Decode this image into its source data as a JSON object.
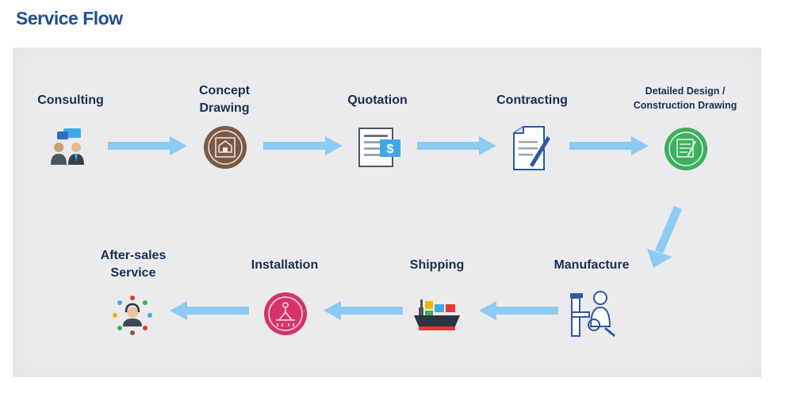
{
  "title": "Service Flow",
  "steps": [
    {
      "label_lines": [
        "Consulting"
      ],
      "icon": "consulting-icon"
    },
    {
      "label_lines": [
        "Concept",
        "Drawing"
      ],
      "icon": "concept-drawing-icon"
    },
    {
      "label_lines": [
        "Quotation"
      ],
      "icon": "quotation-icon"
    },
    {
      "label_lines": [
        "Contracting"
      ],
      "icon": "contracting-icon"
    },
    {
      "label_lines": [
        "Detailed Design /",
        "Construction Drawing"
      ],
      "icon": "detailed-design-icon"
    },
    {
      "label_lines": [
        "Manufacture"
      ],
      "icon": "manufacture-icon"
    },
    {
      "label_lines": [
        "Shipping"
      ],
      "icon": "shipping-icon"
    },
    {
      "label_lines": [
        "Installation"
      ],
      "icon": "installation-icon"
    },
    {
      "label_lines": [
        "After-sales",
        "Service"
      ],
      "icon": "after-sales-service-icon"
    }
  ],
  "colors": {
    "title": "#1f4e8c",
    "label": "#17304f",
    "arrow": "#8ecbf2",
    "panel": "#ebebed"
  }
}
